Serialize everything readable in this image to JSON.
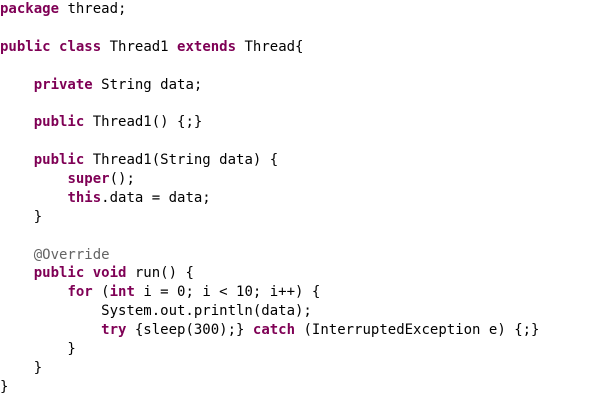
{
  "editor": {
    "colors": {
      "keyword": "#7f0055",
      "annotation": "#646464",
      "text": "#000000",
      "background": "#ffffff"
    },
    "lines": [
      [
        {
          "t": "k",
          "s": "package"
        },
        {
          "t": "n",
          "s": " thread;"
        }
      ],
      [],
      [
        {
          "t": "k",
          "s": "public"
        },
        {
          "t": "n",
          "s": " "
        },
        {
          "t": "k",
          "s": "class"
        },
        {
          "t": "n",
          "s": " Thread1 "
        },
        {
          "t": "k",
          "s": "extends"
        },
        {
          "t": "n",
          "s": " Thread{"
        }
      ],
      [],
      [
        {
          "t": "n",
          "s": "    "
        },
        {
          "t": "k",
          "s": "private"
        },
        {
          "t": "n",
          "s": " String data;"
        }
      ],
      [],
      [
        {
          "t": "n",
          "s": "    "
        },
        {
          "t": "k",
          "s": "public"
        },
        {
          "t": "n",
          "s": " Thread1() {;}"
        }
      ],
      [],
      [
        {
          "t": "n",
          "s": "    "
        },
        {
          "t": "k",
          "s": "public"
        },
        {
          "t": "n",
          "s": " Thread1(String data) {"
        }
      ],
      [
        {
          "t": "n",
          "s": "        "
        },
        {
          "t": "k",
          "s": "super"
        },
        {
          "t": "n",
          "s": "();"
        }
      ],
      [
        {
          "t": "n",
          "s": "        "
        },
        {
          "t": "k",
          "s": "this"
        },
        {
          "t": "n",
          "s": ".data = data;"
        }
      ],
      [
        {
          "t": "n",
          "s": "    }"
        }
      ],
      [],
      [
        {
          "t": "n",
          "s": "    "
        },
        {
          "t": "a",
          "s": "@Override"
        }
      ],
      [
        {
          "t": "n",
          "s": "    "
        },
        {
          "t": "k",
          "s": "public"
        },
        {
          "t": "n",
          "s": " "
        },
        {
          "t": "k",
          "s": "void"
        },
        {
          "t": "n",
          "s": " run() {"
        }
      ],
      [
        {
          "t": "n",
          "s": "        "
        },
        {
          "t": "k",
          "s": "for"
        },
        {
          "t": "n",
          "s": " ("
        },
        {
          "t": "k",
          "s": "int"
        },
        {
          "t": "n",
          "s": " i = 0; i < 10; i++) {"
        }
      ],
      [
        {
          "t": "n",
          "s": "            System.out.println(data);"
        }
      ],
      [
        {
          "t": "n",
          "s": "            "
        },
        {
          "t": "k",
          "s": "try"
        },
        {
          "t": "n",
          "s": " {sleep(300);} "
        },
        {
          "t": "k",
          "s": "catch"
        },
        {
          "t": "n",
          "s": " (InterruptedException e) {;}"
        }
      ],
      [
        {
          "t": "n",
          "s": "        }"
        }
      ],
      [
        {
          "t": "n",
          "s": "    }"
        }
      ],
      [
        {
          "t": "n",
          "s": "}"
        }
      ]
    ]
  }
}
